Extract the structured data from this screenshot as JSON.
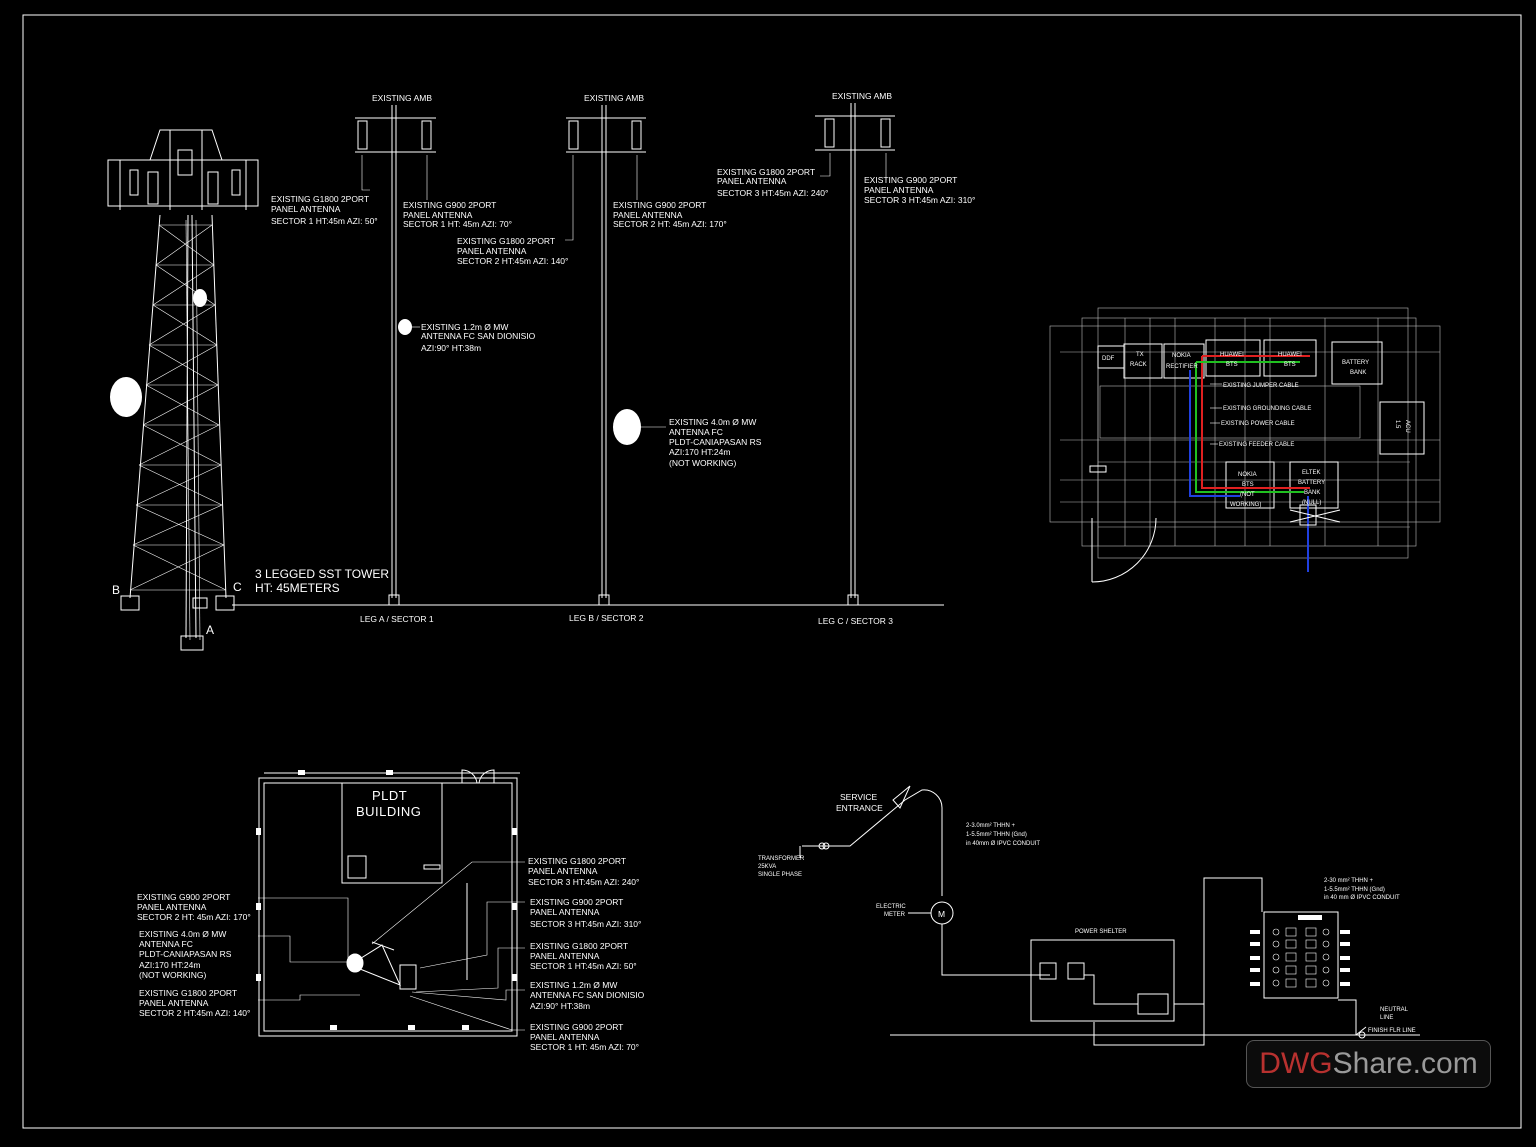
{
  "colors": {
    "background": "#000000",
    "line": "#ffffff",
    "jumper": "#e02020",
    "grounding": "#20c020",
    "power": "#2040e0",
    "watermark_red": "#b8312f",
    "watermark_grey": "#9a9a9a"
  },
  "elevation": {
    "tower": {
      "label": "3 LEGGED SST TOWER",
      "height": "HT: 45METERS",
      "leg_a": "A",
      "leg_b": "B",
      "leg_c": "C"
    },
    "legs": [
      {
        "amb": "EXISTING AMB",
        "leg": "LEG A / SECTOR 1",
        "ant1": [
          "EXISTING G1800 2PORT",
          "PANEL ANTENNA",
          "SECTOR 1 HT:45m AZI: 50°"
        ],
        "ant2": [
          "EXISTING G900 2PORT",
          "PANEL ANTENNA",
          "SECTOR 1 HT: 45m AZI: 70°"
        ],
        "mw": [
          "EXISTING 1.2m Ø MW",
          "ANTENNA FC SAN DIONISIO",
          "AZI:90° HT:38m"
        ]
      },
      {
        "amb": "EXISTING AMB",
        "leg": "LEG B / SECTOR 2",
        "ant1": [
          "EXISTING G1800 2PORT",
          "PANEL ANTENNA",
          "SECTOR 2 HT:45m AZI: 140°"
        ],
        "ant2": [
          "EXISTING G900 2PORT",
          "PANEL ANTENNA",
          "SECTOR 2 HT: 45m AZI: 170°"
        ],
        "mw": [
          "EXISTING 4.0m Ø MW",
          "ANTENNA FC",
          "PLDT-CANIAPASAN RS",
          "AZI:170 HT:24m",
          "(NOT WORKING)"
        ]
      },
      {
        "amb": "EXISTING AMB",
        "leg": "LEG C / SECTOR 3",
        "ant1": [
          "EXISTING G1800 2PORT",
          "PANEL ANTENNA",
          "SECTOR 3 HT:45m AZI: 240°"
        ],
        "ant2": [
          "EXISTING G900 2PORT",
          "PANEL ANTENNA",
          "SECTOR 3 HT:45m AZI: 310°"
        ]
      }
    ]
  },
  "shelter": {
    "ddf": "DDF",
    "tx_rack": [
      "TX",
      "RACK"
    ],
    "nokia_rectifier": [
      "NOKIA",
      "RECTIFIER"
    ],
    "bts1": [
      "HUAWEI",
      "BTS"
    ],
    "bts2": [
      "HUAWEI",
      "BTS"
    ],
    "battery_bank": [
      "BATTERY",
      "BANK"
    ],
    "acu": [
      "ACU",
      "1.5"
    ],
    "jumper": "EXISTING JUMPER CABLE",
    "grounding": "EXISTING GROUNDING CABLE",
    "power": "EXISTING POWER CABLE",
    "feeder": "EXISTING FEEDER CABLE",
    "nokia_bts": [
      "NOKIA",
      "BTS",
      "(NOT",
      "WORKING)"
    ],
    "eltek": [
      "ELTEK",
      "BATTERY",
      "BANK",
      "(NULL)"
    ]
  },
  "site_plan": {
    "building": [
      "PLDT",
      "BUILDING"
    ],
    "right": [
      [
        "EXISTING G1800 2PORT",
        "PANEL ANTENNA",
        "SECTOR 3 HT:45m AZI: 240°"
      ],
      [
        "EXISTING G900 2PORT",
        "PANEL ANTENNA",
        "SECTOR 3 HT:45m AZI: 310°"
      ],
      [
        "EXISTING G1800 2PORT",
        "PANEL ANTENNA",
        "SECTOR 1 HT:45m AZI: 50°"
      ],
      [
        "EXISTING 1.2m Ø MW",
        "ANTENNA FC SAN DIONISIO",
        "AZI:90° HT:38m"
      ],
      [
        "EXISTING G900 2PORT",
        "PANEL ANTENNA",
        "SECTOR 1 HT: 45m AZI: 70°"
      ]
    ],
    "left": [
      [
        "EXISTING G900 2PORT",
        "PANEL ANTENNA",
        "SECTOR 2 HT: 45m AZI: 170°"
      ],
      [
        "EXISTING 4.0m Ø MW",
        "ANTENNA FC",
        "PLDT-CANIAPASAN RS",
        "AZI:170 HT:24m",
        "(NOT WORKING)"
      ],
      [
        "EXISTING G1800 2PORT",
        "PANEL ANTENNA",
        "SECTOR 2 HT:45m AZI: 140°"
      ]
    ]
  },
  "electrical": {
    "service": [
      "SERVICE",
      "ENTRANCE"
    ],
    "transformer": [
      "TRANSFORMER",
      "25KVA",
      "SINGLE PHASE"
    ],
    "wire1": [
      "2-3.0mm² THHN +",
      "1-5.5mm² THHN (Gnd)",
      "in 40mm Ø IPVC CONDUIT"
    ],
    "meter": [
      "ELECTRIC",
      "METER"
    ],
    "meter_symbol": "M",
    "power_shelter": "POWER SHELTER",
    "wire2": [
      "2-30 mm² THHN +",
      "1-5.5mm² THHN (Gnd)",
      "in 40 mm Ø IPVC CONDUIT"
    ],
    "neutral": [
      "NEUTRAL",
      "LINE"
    ],
    "finish_floor": "FINISH FLR LINE"
  },
  "watermark": {
    "part1": "DWG",
    "part2": "Share.com"
  }
}
